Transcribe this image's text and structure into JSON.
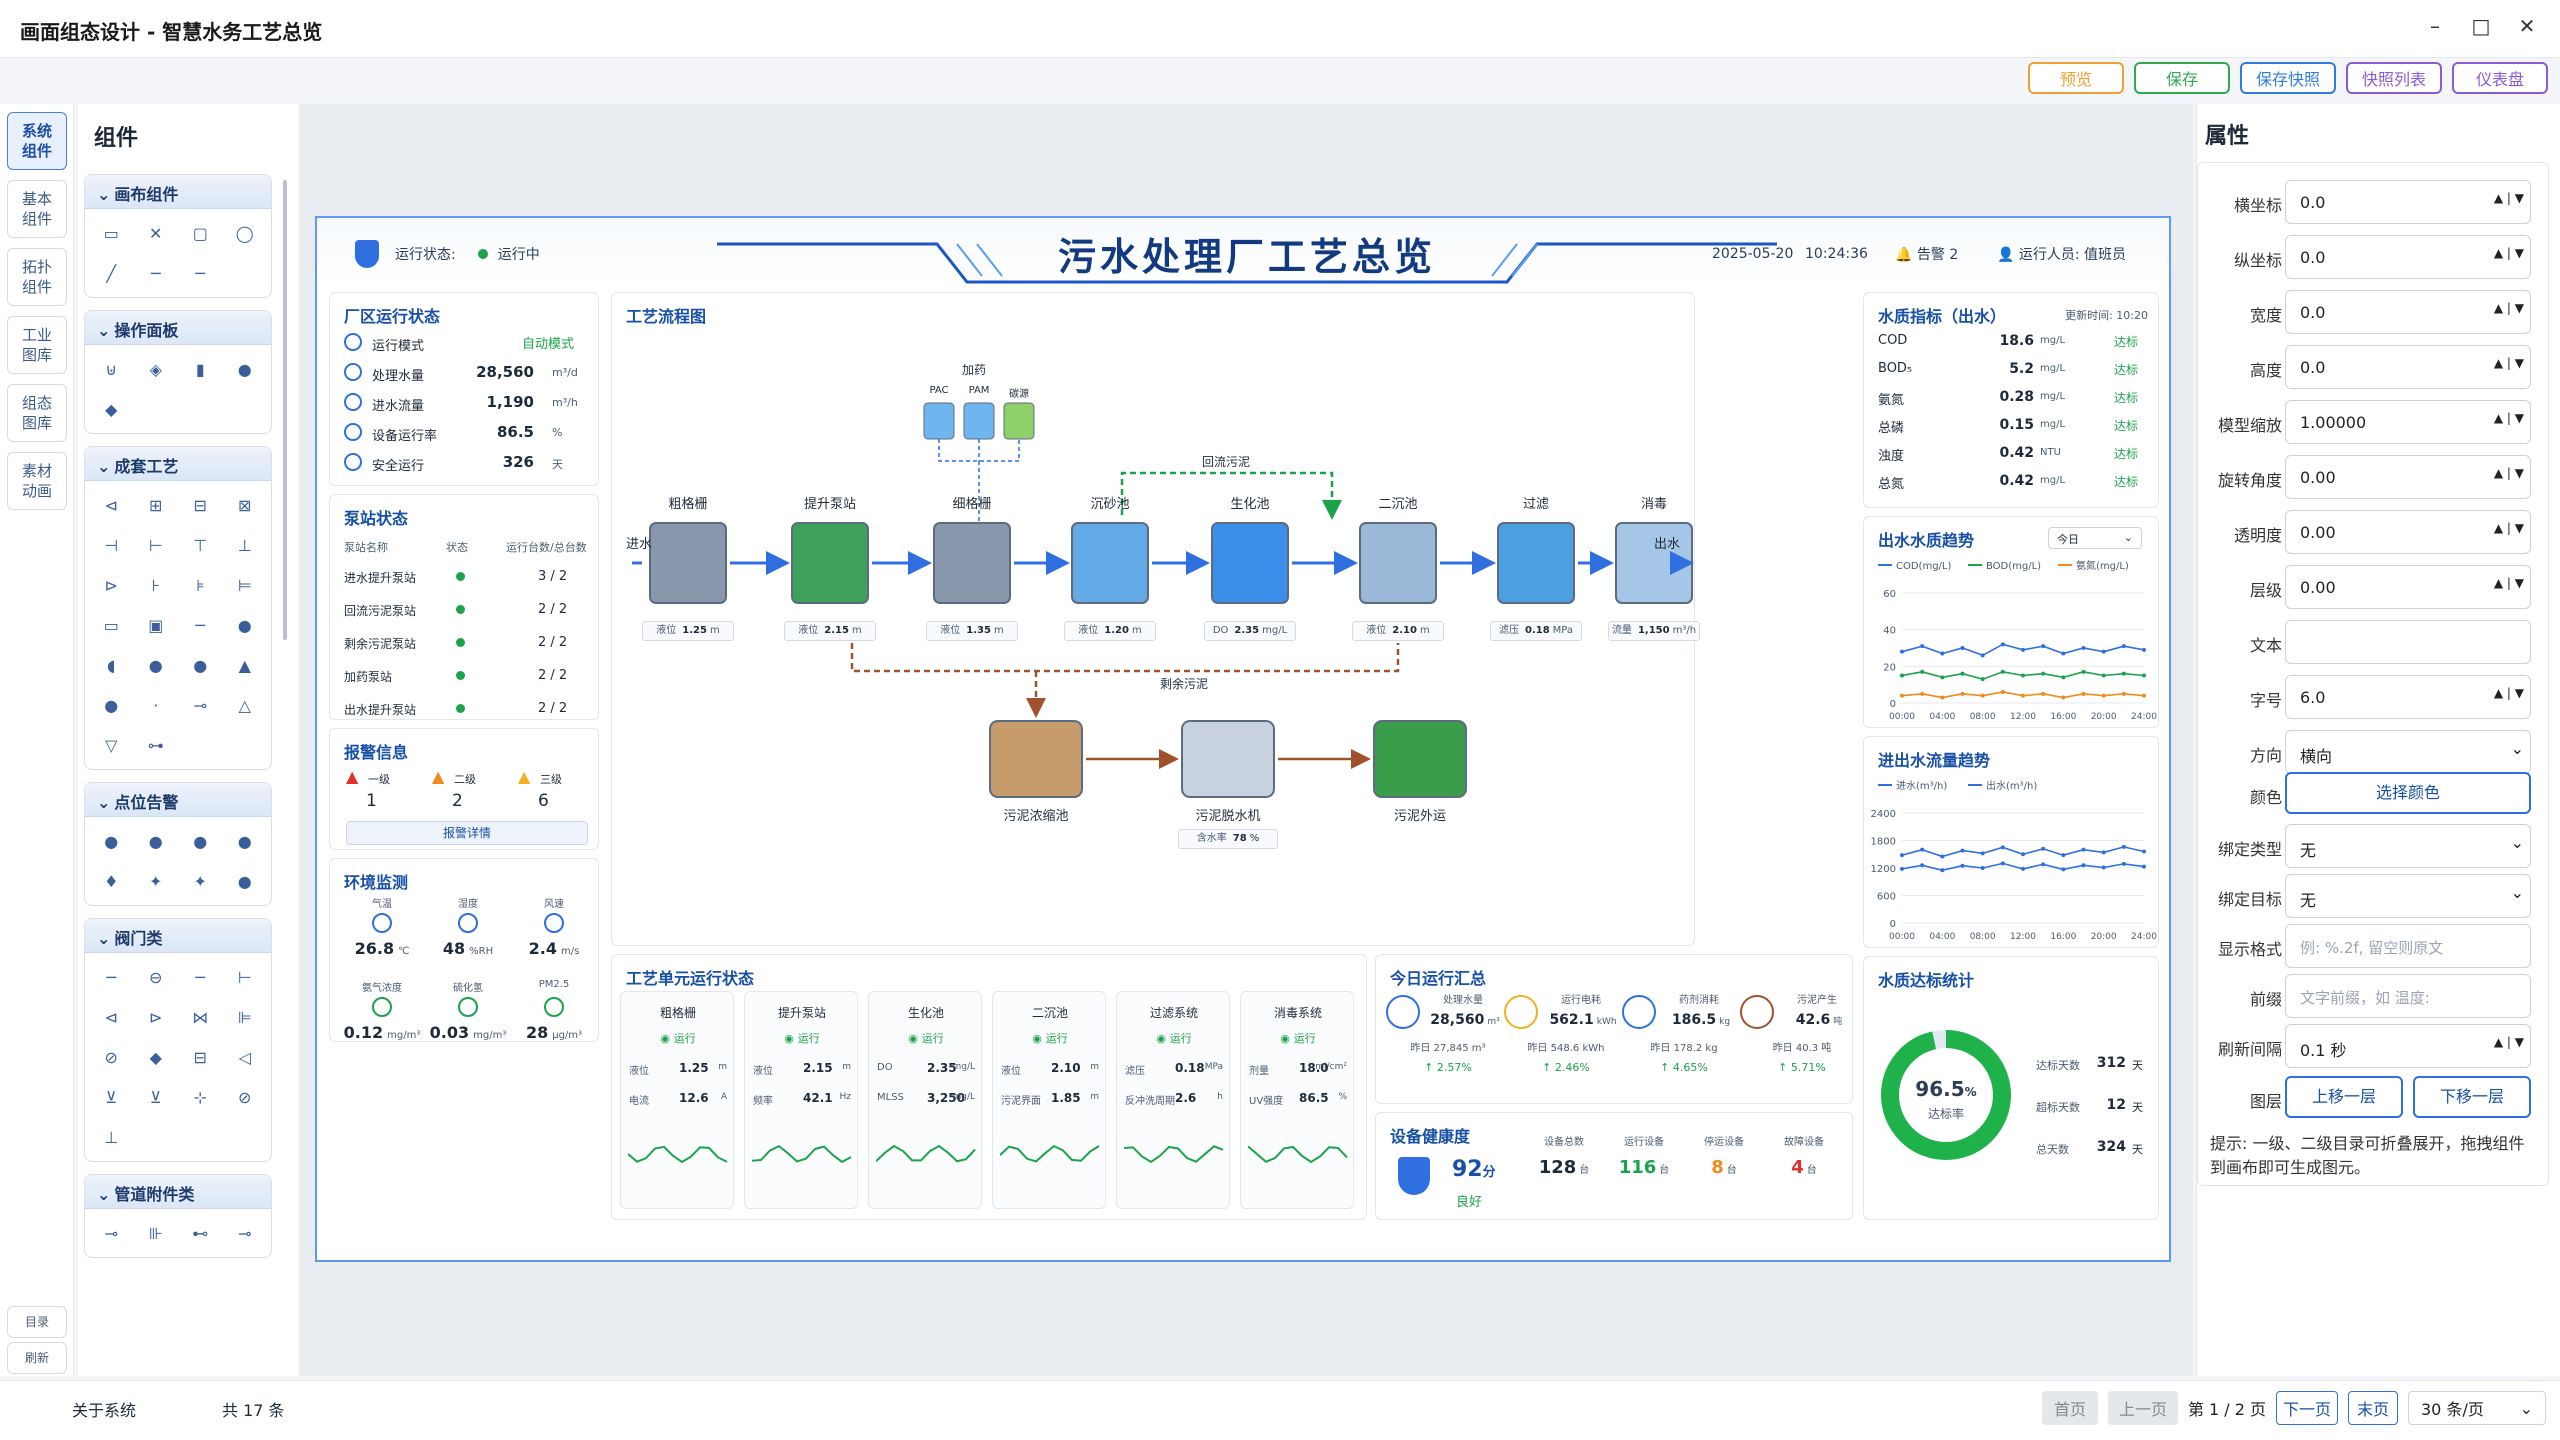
{
  "window": {
    "title": "画面组态设计 - 智慧水务工艺总览"
  },
  "topbar": {
    "buttons": [
      {
        "label": "预览",
        "color": "#f0a030"
      },
      {
        "label": "保存",
        "color": "#31a852"
      },
      {
        "label": "保存快照",
        "color": "#2f7be0"
      },
      {
        "label": "快照列表",
        "color": "#8a5bd6"
      },
      {
        "label": "仪表盘",
        "color": "#8a5bd6"
      }
    ]
  },
  "leftnav": {
    "items": [
      "系统组件",
      "基本组件",
      "拓扑组件",
      "工业图库",
      "组态图库",
      "素材动画"
    ],
    "bottom": [
      "目录",
      "刷新"
    ]
  },
  "components": {
    "title": "组件",
    "groups": [
      {
        "label": "画布组件",
        "icons": [
          "▭",
          "✕",
          "▢",
          "◯",
          "╱",
          "─",
          "─"
        ]
      },
      {
        "label": "操作面板",
        "icons": [
          "⊎",
          "◈",
          "▮",
          "●",
          "◆"
        ]
      },
      {
        "label": "成套工艺",
        "icons": [
          "⊲",
          "⊞",
          "⊟",
          "⊠",
          "⊣",
          "⊢",
          "⊤",
          "⊥",
          "⊳",
          "⊦",
          "⊧",
          "⊨",
          "▭",
          "▣",
          "─",
          "●",
          "◖",
          "●",
          "●",
          "▲",
          "●",
          "·",
          "⊸",
          "△",
          "▽",
          "⊶"
        ]
      },
      {
        "label": "点位告警",
        "icons": [
          "●",
          "●",
          "●",
          "●",
          "♦",
          "✦",
          "✦",
          "●"
        ]
      },
      {
        "label": "阀门类",
        "icons": [
          "─",
          "⊖",
          "─",
          "⊢",
          "⊲",
          "⊳",
          "⋈",
          "⊫",
          "⊘",
          "◆",
          "⊟",
          "◁",
          "⊻",
          "⊻",
          "⊹",
          "⊘",
          "⊥"
        ]
      },
      {
        "label": "管道附件类",
        "icons": [
          "⊸",
          "⊪",
          "⊷",
          "⊸"
        ]
      }
    ]
  },
  "canvas": {
    "run_status_label": "运行状态:",
    "run_status": "运行中",
    "title": "污水处理厂工艺总览",
    "date": "2025-05-20",
    "time": "10:24:36",
    "alarm": "告警 2",
    "operator": "运行人员: 值班员",
    "plant": {
      "title": "厂区运行状态",
      "rows": [
        {
          "label": "运行模式",
          "value": "自动模式",
          "unit": ""
        },
        {
          "label": "处理水量",
          "value": "28,560",
          "unit": "m³/d"
        },
        {
          "label": "进水流量",
          "value": "1,190",
          "unit": "m³/h"
        },
        {
          "label": "设备运行率",
          "value": "86.5",
          "unit": "%"
        },
        {
          "label": "安全运行",
          "value": "326",
          "unit": "天"
        }
      ]
    },
    "pumps": {
      "title": "泵站状态",
      "headers": [
        "泵站名称",
        "状态",
        "运行台数/总台数"
      ],
      "rows": [
        {
          "name": "进水提升泵站",
          "val": "3 / 2"
        },
        {
          "name": "回流污泥泵站",
          "val": "2 / 2"
        },
        {
          "name": "剩余污泥泵站",
          "val": "2 / 2"
        },
        {
          "name": "加药泵站",
          "val": "2 / 2"
        },
        {
          "name": "出水提升泵站",
          "val": "2 / 2"
        }
      ]
    },
    "alarms": {
      "title": "报警信息",
      "levels": [
        {
          "label": "一级",
          "count": "1",
          "color": "#e0302c"
        },
        {
          "label": "二级",
          "count": "2",
          "color": "#f08a1d"
        },
        {
          "label": "三级",
          "count": "6",
          "color": "#f2b01e"
        }
      ],
      "button": "报警详情"
    },
    "env": {
      "title": "环境监测",
      "items": [
        {
          "label": "气温",
          "value": "26.8",
          "unit": "℃"
        },
        {
          "label": "湿度",
          "value": "48",
          "unit": "%RH"
        },
        {
          "label": "风速",
          "value": "2.4",
          "unit": "m/s"
        },
        {
          "label": "氨气浓度",
          "value": "0.12",
          "unit": "mg/m³"
        },
        {
          "label": "硫化氢",
          "value": "0.03",
          "unit": "mg/m³"
        },
        {
          "label": "PM2.5",
          "value": "28",
          "unit": "μg/m³"
        }
      ]
    },
    "flow": {
      "title": "工艺流程图",
      "inlet": "进水",
      "outlet": "出水",
      "dosing": "加药",
      "dosing_items": [
        "PAC",
        "PAM",
        "碳源"
      ],
      "return": "回流污泥",
      "excess": "剩余污泥",
      "units": [
        {
          "name": "粗格栅",
          "tag": "液位",
          "value": "1.25",
          "unit": "m"
        },
        {
          "name": "提升泵站",
          "tag": "液位",
          "value": "2.15",
          "unit": "m"
        },
        {
          "name": "细格栅",
          "tag": "液位",
          "value": "1.35",
          "unit": "m"
        },
        {
          "name": "沉砂池",
          "tag": "液位",
          "value": "1.20",
          "unit": "m"
        },
        {
          "name": "生化池",
          "tag": "DO",
          "value": "2.35",
          "unit": "mg/L"
        },
        {
          "name": "二沉池",
          "tag": "液位",
          "value": "2.10",
          "unit": "m"
        },
        {
          "name": "过滤",
          "tag": "滤压",
          "value": "0.18",
          "unit": "MPa"
        },
        {
          "name": "消毒",
          "tag": "流量",
          "value": "1,150",
          "unit": "m³/h"
        }
      ],
      "sludge": [
        {
          "name": "污泥浓缩池"
        },
        {
          "name": "污泥脱水机",
          "tag": "含水率",
          "value": "78",
          "unit": "%"
        },
        {
          "name": "污泥外运"
        }
      ]
    },
    "units_status": {
      "title": "工艺单元运行状态",
      "run": "运行",
      "cards": [
        {
          "name": "粗格栅",
          "r1": "液位",
          "v1": "1.25",
          "u1": "m",
          "r2": "电流",
          "v2": "12.6",
          "u2": "A"
        },
        {
          "name": "提升泵站",
          "r1": "液位",
          "v1": "2.15",
          "u1": "m",
          "r2": "频率",
          "v2": "42.1",
          "u2": "Hz"
        },
        {
          "name": "生化池",
          "r1": "DO",
          "v1": "2.35",
          "u1": "mg/L",
          "r2": "MLSS",
          "v2": "3,250",
          "u2": "mg/L"
        },
        {
          "name": "二沉池",
          "r1": "液位",
          "v1": "2.10",
          "u1": "m",
          "r2": "污泥界面",
          "v2": "1.85",
          "u2": "m"
        },
        {
          "name": "过滤系统",
          "r1": "滤压",
          "v1": "0.18",
          "u1": "MPa",
          "r2": "反冲洗周期",
          "v2": "2.6",
          "u2": "h"
        },
        {
          "name": "消毒系统",
          "r1": "剂量",
          "v1": "18.0",
          "u1": "mJ/cm²",
          "r2": "UV强度",
          "v2": "86.5",
          "u2": "%"
        }
      ]
    },
    "today": {
      "title": "今日运行汇总",
      "items": [
        {
          "label": "处理水量",
          "value": "28,560",
          "unit": "m³",
          "prev": "昨日 27,845 m³",
          "delta": "↑ 2.57%"
        },
        {
          "label": "运行电耗",
          "value": "562.1",
          "unit": "kWh",
          "prev": "昨日 548.6 kWh",
          "delta": "↑ 2.46%"
        },
        {
          "label": "药剂消耗",
          "value": "186.5",
          "unit": "kg",
          "prev": "昨日 178.2 kg",
          "delta": "↑ 4.65%"
        },
        {
          "label": "污泥产生",
          "value": "42.6",
          "unit": "吨",
          "prev": "昨日 40.3 吨",
          "delta": "↑ 5.71%"
        }
      ]
    },
    "health": {
      "title": "设备健康度",
      "score": "92",
      "score_unit": "分",
      "level": "良好",
      "items": [
        {
          "label": "设备总数",
          "value": "128",
          "unit": "台",
          "color": "#1e2a3a"
        },
        {
          "label": "运行设备",
          "value": "116",
          "unit": "台",
          "color": "#1aa34a"
        },
        {
          "label": "停运设备",
          "value": "8",
          "unit": "台",
          "color": "#f08a1d"
        },
        {
          "label": "故障设备",
          "value": "4",
          "unit": "台",
          "color": "#e0302c"
        }
      ]
    },
    "quality": {
      "title": "水质指标（出水）",
      "updated": "更新时间: 10:20",
      "status": "达标",
      "rows": [
        {
          "name": "COD",
          "value": "18.6",
          "unit": "mg/L"
        },
        {
          "name": "BOD₅",
          "value": "5.2",
          "unit": "mg/L"
        },
        {
          "name": "氨氮",
          "value": "0.28",
          "unit": "mg/L"
        },
        {
          "name": "总磷",
          "value": "0.15",
          "unit": "mg/L"
        },
        {
          "name": "浊度",
          "value": "0.42",
          "unit": "NTU"
        },
        {
          "name": "总氮",
          "value": "0.42",
          "unit": "mg/L"
        }
      ]
    },
    "trend1": {
      "title": "出水水质趋势",
      "select": "今日",
      "legend": [
        "COD(mg/L)",
        "BOD(mg/L)",
        "氨氮(mg/L)"
      ],
      "yticks": [
        "60",
        "40",
        "20",
        "0"
      ],
      "xticks": [
        "00:00",
        "04:00",
        "08:00",
        "12:00",
        "16:00",
        "20:00",
        "24:00"
      ]
    },
    "trend2": {
      "title": "进出水流量趋势",
      "legend": [
        "进水(m³/h)",
        "出水(m³/h)"
      ],
      "yticks": [
        "2400",
        "1800",
        "1200",
        "600",
        "0"
      ],
      "xticks": [
        "00:00",
        "04:00",
        "08:00",
        "12:00",
        "16:00",
        "20:00",
        "24:00"
      ]
    },
    "compliance": {
      "title": "水质达标统计",
      "rate": "96.5",
      "rate_unit": "%",
      "rate_label": "达标率",
      "percent": 96.5,
      "rows": [
        {
          "label": "达标天数",
          "value": "312",
          "unit": "天"
        },
        {
          "label": "超标天数",
          "value": "12",
          "unit": "天"
        },
        {
          "label": "总天数",
          "value": "324",
          "unit": "天"
        }
      ]
    }
  },
  "chart_data": [
    {
      "type": "line",
      "title": "出水水质趋势",
      "x": [
        "00:00",
        "02:00",
        "04:00",
        "06:00",
        "08:00",
        "10:00",
        "12:00",
        "14:00",
        "16:00",
        "18:00",
        "20:00",
        "22:00",
        "24:00"
      ],
      "ylim": [
        0,
        60
      ],
      "series": [
        {
          "name": "COD(mg/L)",
          "color": "#2f6fe0",
          "values": [
            28,
            31,
            27,
            30,
            26,
            32,
            29,
            31,
            27,
            30,
            28,
            31,
            29
          ]
        },
        {
          "name": "BOD(mg/L)",
          "color": "#1aa34a",
          "values": [
            15,
            17,
            14,
            16,
            13,
            17,
            15,
            16,
            14,
            17,
            15,
            16,
            15
          ]
        },
        {
          "name": "氨氮(mg/L)",
          "color": "#f08a1d",
          "values": [
            4,
            5,
            3,
            5,
            4,
            6,
            4,
            5,
            3,
            5,
            4,
            5,
            4
          ]
        }
      ]
    },
    {
      "type": "line",
      "title": "进出水流量趋势",
      "x": [
        "00:00",
        "02:00",
        "04:00",
        "06:00",
        "08:00",
        "10:00",
        "12:00",
        "14:00",
        "16:00",
        "18:00",
        "20:00",
        "22:00",
        "24:00"
      ],
      "ylim": [
        0,
        2400
      ],
      "series": [
        {
          "name": "进水(m³/h)",
          "color": "#2f6fe0",
          "values": [
            1480,
            1600,
            1450,
            1580,
            1520,
            1650,
            1500,
            1620,
            1480,
            1600,
            1540,
            1660,
            1560
          ]
        },
        {
          "name": "出水(m³/h)",
          "color": "#2f6fe0",
          "values": [
            1180,
            1260,
            1150,
            1250,
            1200,
            1300,
            1180,
            1280,
            1170,
            1260,
            1210,
            1290,
            1230
          ]
        }
      ]
    }
  ],
  "properties": {
    "title": "属性",
    "rows": [
      {
        "label": "横坐标",
        "value": "0.0",
        "spin": true
      },
      {
        "label": "纵坐标",
        "value": "0.0",
        "spin": true
      },
      {
        "label": "宽度",
        "value": "0.0",
        "spin": true
      },
      {
        "label": "高度",
        "value": "0.0",
        "spin": true
      },
      {
        "label": "模型缩放",
        "value": "1.00000",
        "spin": true
      },
      {
        "label": "旋转角度",
        "value": "0.00",
        "spin": true
      },
      {
        "label": "透明度",
        "value": "0.00",
        "spin": true
      },
      {
        "label": "层级",
        "value": "0.00",
        "spin": true
      },
      {
        "label": "文本",
        "value": "",
        "spin": false
      },
      {
        "label": "字号",
        "value": "6.0",
        "spin": true
      },
      {
        "label": "方向",
        "value": "横向",
        "drop": true
      }
    ],
    "color_label": "颜色",
    "color_button": "选择颜色",
    "bind_type_label": "绑定类型",
    "bind_type": "无",
    "bind_target_label": "绑定目标",
    "bind_target": "无",
    "format_label": "显示格式",
    "format_placeholder": "例: %.2f, 留空则原文",
    "prefix_label": "前缀",
    "prefix_placeholder": "文字前缀，如 温度:",
    "refresh_label": "刷新间隔",
    "refresh_value": "0.1 秒",
    "layer_label": "图层",
    "layer_up": "上移一层",
    "layer_down": "下移一层",
    "hint": "提示: 一级、二级目录可折叠展开，拖拽组件到画布即可生成图元。"
  },
  "bottom": {
    "about": "关于系统",
    "total": "共 17 条",
    "first": "首页",
    "prev": "上一页",
    "page": "第 1 / 2 页",
    "next": "下一页",
    "last": "末页",
    "per_page": "30 条/页"
  }
}
